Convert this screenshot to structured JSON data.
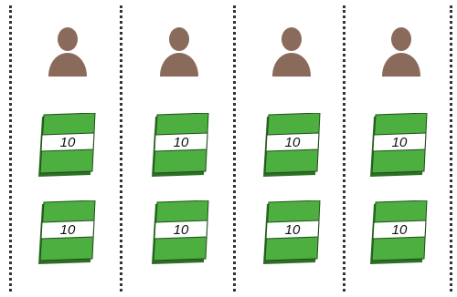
{
  "columns": [
    {
      "cards": [
        {
          "value": "10"
        },
        {
          "value": "10"
        }
      ]
    },
    {
      "cards": [
        {
          "value": "10"
        },
        {
          "value": "10"
        }
      ]
    },
    {
      "cards": [
        {
          "value": "10"
        },
        {
          "value": "10"
        }
      ]
    },
    {
      "cards": [
        {
          "value": "10"
        },
        {
          "value": "10"
        }
      ]
    }
  ],
  "icons": {
    "person": "person-icon",
    "card": "banknote-card"
  },
  "colors": {
    "person": "#8a6a5a",
    "card_green": "#4caf3f",
    "card_green_dark": "#2f6e27",
    "card_band": "#ffffff",
    "divider": "#333333"
  }
}
